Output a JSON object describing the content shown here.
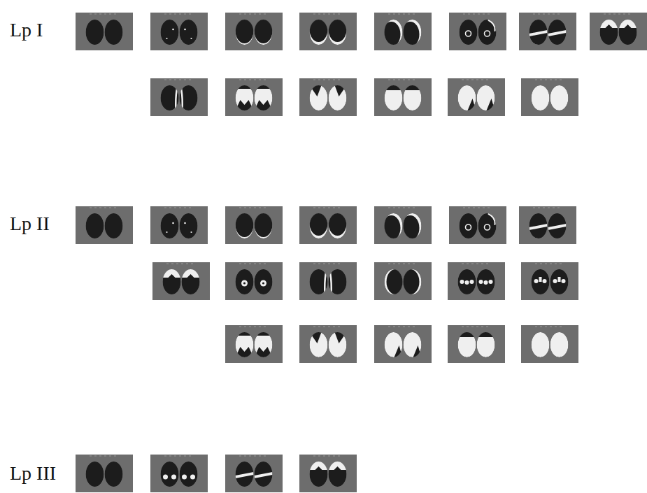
{
  "diagram": {
    "labels": [
      "Lp I",
      "Lp II",
      "Lp III"
    ]
  }
}
